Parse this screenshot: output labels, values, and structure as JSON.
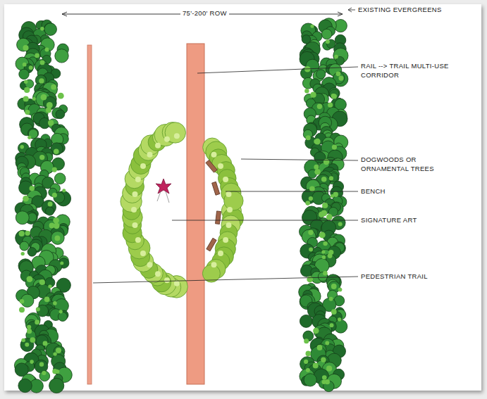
{
  "diagram": {
    "labels": [
      "75'-200' ROW",
      "EXISTING EVERGREENS",
      "RAIL --> TRAIL MULTI-USE CORRIDOR",
      "DOGWOODS OR ORNAMENTAL TREES",
      "BENCH",
      "SIGNATURE ART",
      "PEDESTRIAN TRAIL"
    ]
  }
}
